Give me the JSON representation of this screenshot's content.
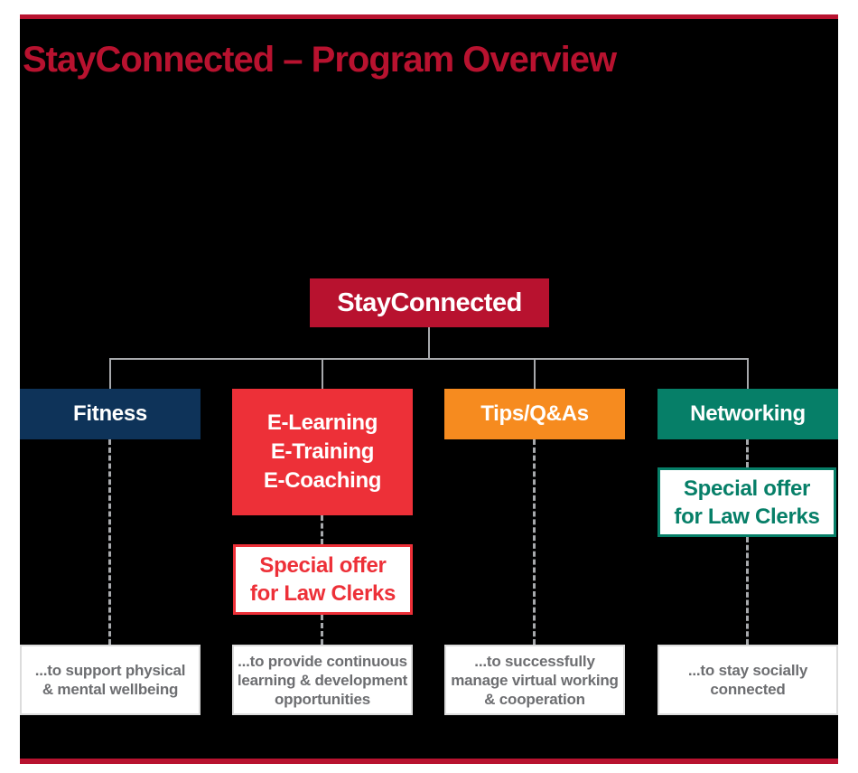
{
  "title": "StayConnected – Program Overview",
  "tree": {
    "root_label": "StayConnected",
    "branches": [
      {
        "label_lines": [
          "Fitness"
        ],
        "color": "#0E3359",
        "description_lines": [
          "...to support physical",
          "& mental wellbeing"
        ]
      },
      {
        "label_lines": [
          "E-Learning",
          "E-Training",
          "E-Coaching"
        ],
        "color": "#ED3038",
        "special_offer_lines": [
          "Special offer",
          "for Law Clerks"
        ],
        "description_lines": [
          "...to provide continuous",
          "learning & development",
          "opportunities"
        ]
      },
      {
        "label_lines": [
          "Tips/Q&As"
        ],
        "color": "#F68B1F",
        "description_lines": [
          "...to successfully",
          "manage virtual working",
          "& cooperation"
        ]
      },
      {
        "label_lines": [
          "Networking"
        ],
        "color": "#067F68",
        "special_offer_lines": [
          "Special offer",
          "for Law Clerks"
        ],
        "description_lines": [
          "...to stay socially",
          "connected"
        ]
      }
    ]
  },
  "colors": {
    "crimson_accent": "#B8122F",
    "navy": "#0E3359",
    "bright_red": "#ED3038",
    "orange": "#F68B1F",
    "teal": "#067F68",
    "connector_gray": "#A7A9AC",
    "description_text": "#6D6E71",
    "background_black": "#000000"
  }
}
